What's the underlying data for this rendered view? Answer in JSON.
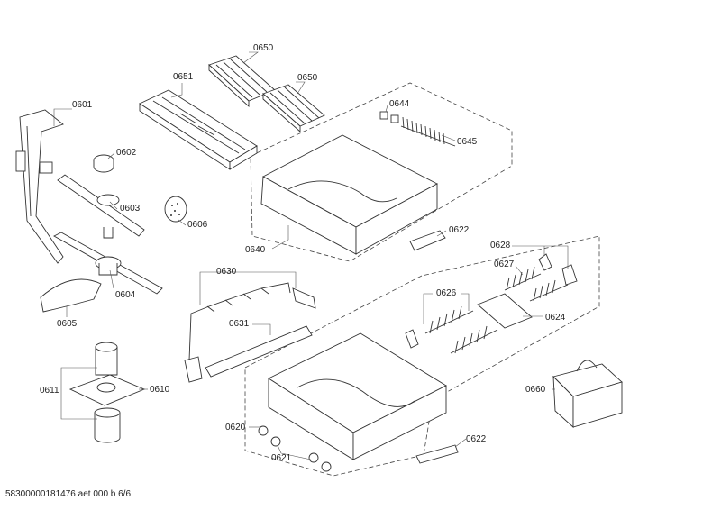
{
  "diagram": {
    "footer": "58300000181476 aet 000 b 6/6",
    "labels": {
      "l0650a": "0650",
      "l0651": "0651",
      "l0650b": "0650",
      "l0601": "0601",
      "l0602": "0602",
      "l0603": "0603",
      "l0606": "0606",
      "l0604": "0604",
      "l0605": "0605",
      "l0644": "0644",
      "l0645": "0645",
      "l0640": "0640",
      "l0622a": "0622",
      "l0628": "0628",
      "l0627": "0627",
      "l0630": "0630",
      "l0626": "0626",
      "l0624": "0624",
      "l0631": "0631",
      "l0611": "0611",
      "l0610": "0610",
      "l0660": "0660",
      "l0620": "0620",
      "l0622b": "0622",
      "l0621": "0621"
    }
  }
}
